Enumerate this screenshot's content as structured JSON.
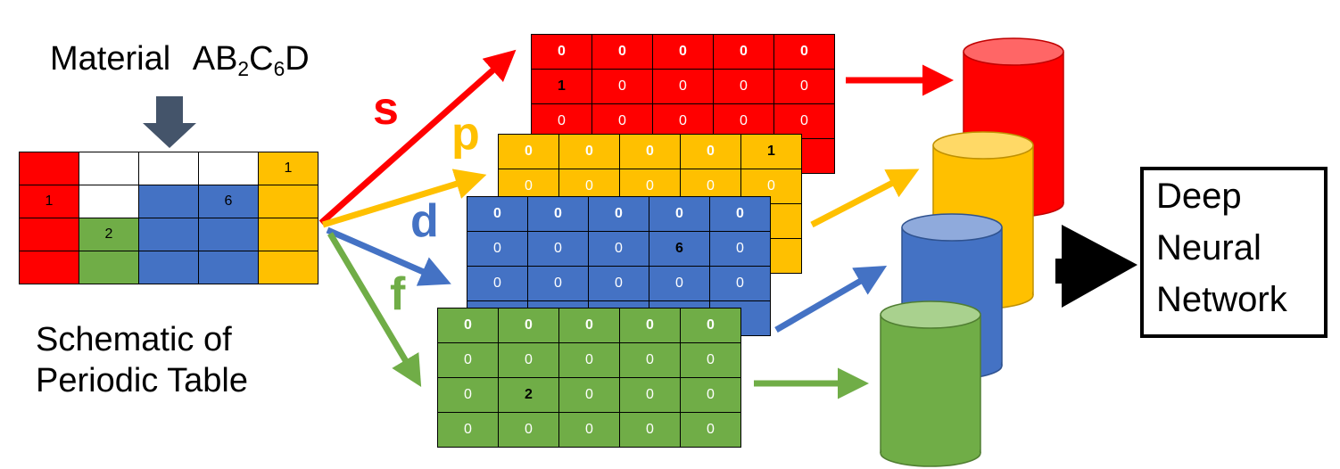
{
  "material": {
    "prefix": "Material",
    "formula_parts": [
      {
        "t": "AB",
        "sub": false
      },
      {
        "t": "2",
        "sub": true
      },
      {
        "t": "C",
        "sub": false
      },
      {
        "t": "6",
        "sub": true
      },
      {
        "t": "D",
        "sub": false
      }
    ]
  },
  "schematic_caption": [
    "Schematic of",
    "Periodic Table"
  ],
  "orbital_labels": {
    "s": "s",
    "p": "p",
    "d": "d",
    "f": "f"
  },
  "colors": {
    "s": "#ff0000",
    "p": "#ffc000",
    "d": "#4472c4",
    "f": "#70ad47",
    "cyl_top_s": "#ff6666",
    "cyl_top_p": "#ffd966",
    "cyl_top_d": "#8faadc",
    "cyl_top_f": "#a9d18e",
    "arrow_down": "#44546a",
    "white": "#ffffff"
  },
  "periodic_table": {
    "colors": [
      [
        "s",
        "white",
        "white",
        "white",
        "p"
      ],
      [
        "s",
        "white",
        "d",
        "d",
        "p"
      ],
      [
        "s",
        "f",
        "d",
        "d",
        "p"
      ],
      [
        "s",
        "f",
        "d",
        "d",
        "p"
      ]
    ],
    "values": [
      [
        "",
        "",
        "",
        "",
        "1"
      ],
      [
        "1",
        "",
        "",
        "6",
        ""
      ],
      [
        "",
        "2",
        "",
        "",
        ""
      ],
      [
        "",
        "",
        "",
        "",
        ""
      ]
    ]
  },
  "layers": {
    "s": [
      [
        "0",
        "0",
        "0",
        "0",
        "0"
      ],
      [
        "1",
        "0",
        "0",
        "0",
        "0"
      ],
      [
        "0",
        "0",
        "0",
        "0",
        "0"
      ],
      [
        "",
        "",
        "",
        "",
        ""
      ]
    ],
    "p": [
      [
        "0",
        "0",
        "0",
        "0",
        "1"
      ],
      [
        "0",
        "0",
        "0",
        "0",
        "0"
      ],
      [
        "",
        "",
        "",
        "",
        ""
      ],
      [
        "",
        "",
        "",
        "",
        ""
      ]
    ],
    "d": [
      [
        "0",
        "0",
        "0",
        "0",
        "0"
      ],
      [
        "0",
        "0",
        "0",
        "6",
        "0"
      ],
      [
        "0",
        "0",
        "0",
        "0",
        "0"
      ],
      [
        "",
        "",
        "",
        "",
        ""
      ]
    ],
    "f": [
      [
        "0",
        "0",
        "0",
        "0",
        "0"
      ],
      [
        "0",
        "0",
        "0",
        "0",
        "0"
      ],
      [
        "0",
        "2",
        "0",
        "0",
        "0"
      ],
      [
        "0",
        "0",
        "0",
        "0",
        "0"
      ]
    ]
  },
  "highlighted_cells": {
    "s": [
      [
        1,
        0
      ]
    ],
    "p": [
      [
        0,
        4
      ]
    ],
    "d": [
      [
        1,
        3
      ]
    ],
    "f": [
      [
        2,
        1
      ]
    ]
  },
  "dnn_label": [
    "Deep",
    "Neural",
    "Network"
  ]
}
